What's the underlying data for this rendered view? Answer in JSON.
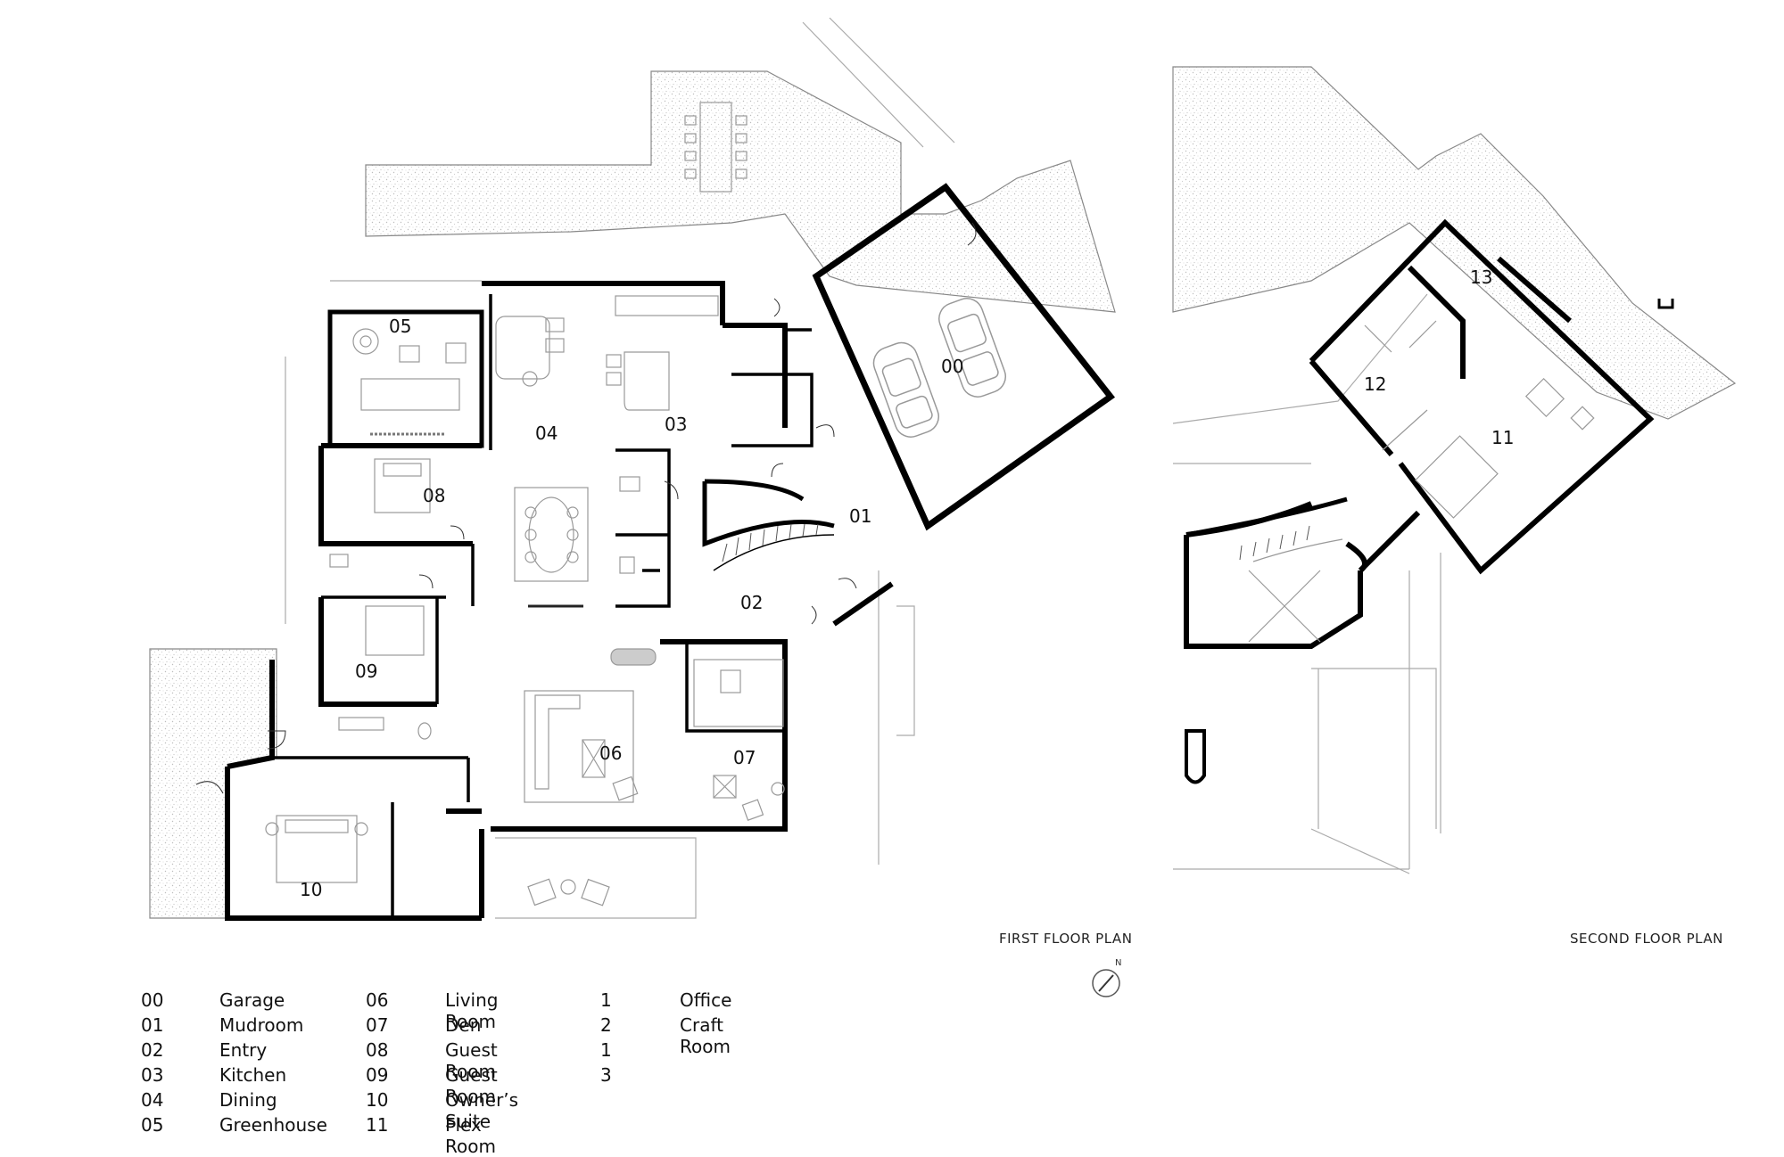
{
  "titles": {
    "first_floor": "FIRST FLOOR PLAN",
    "second_floor": "SECOND FLOOR PLAN",
    "north": "N"
  },
  "rooms": {
    "garage": "00",
    "mudroom": "01",
    "entry": "02",
    "kitchen": "03",
    "dining": "04",
    "greenhouse": "05",
    "living_room": "06",
    "den": "07",
    "guest_room_08": "08",
    "guest_room_09": "09",
    "owners_suite": "10",
    "flex_room": "11",
    "office": "12",
    "craft_room": "13"
  },
  "legend": {
    "col1": [
      {
        "num": "00",
        "name": "Garage"
      },
      {
        "num": "01",
        "name": "Mudroom"
      },
      {
        "num": "02",
        "name": "Entry"
      },
      {
        "num": "03",
        "name": "Kitchen"
      },
      {
        "num": "04",
        "name": "Dining"
      },
      {
        "num": "05",
        "name": "Greenhouse"
      }
    ],
    "col2": [
      {
        "num": "06",
        "name": "Living Room"
      },
      {
        "num": "07",
        "name": "Den"
      },
      {
        "num": "08",
        "name": "Guest Room"
      },
      {
        "num": "09",
        "name": "Guest Room"
      },
      {
        "num": "10",
        "name": "Owner’s Suite"
      },
      {
        "num": "11",
        "name": "Flex Room"
      }
    ],
    "col3": [
      {
        "num": "1",
        "name": "Office"
      },
      {
        "num": "2",
        "name": "Craft Room"
      },
      {
        "num": "1",
        "name": ""
      },
      {
        "num": "3",
        "name": ""
      }
    ]
  }
}
